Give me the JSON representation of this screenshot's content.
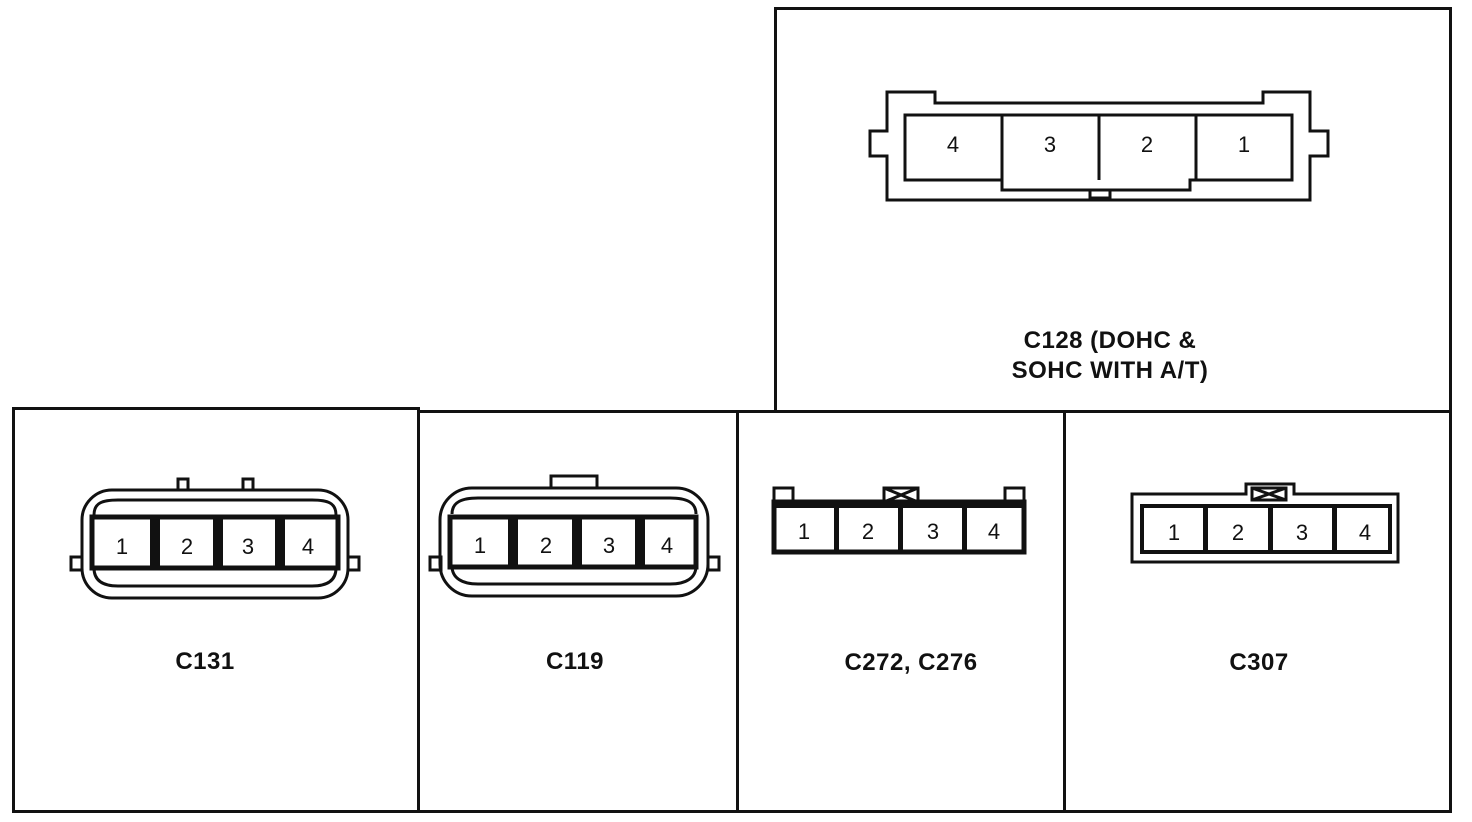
{
  "connectors": {
    "c128": {
      "label_line1": "C128 (DOHC &",
      "label_line2": "SOHC WITH A/T)",
      "pins": [
        "4",
        "3",
        "2",
        "1"
      ]
    },
    "c131": {
      "label": "C131",
      "pins": [
        "1",
        "2",
        "3",
        "4"
      ]
    },
    "c119": {
      "label": "C119",
      "pins": [
        "1",
        "2",
        "3",
        "4"
      ]
    },
    "c272": {
      "label": "C272, C276",
      "pins": [
        "1",
        "2",
        "3",
        "4"
      ]
    },
    "c307": {
      "label": "C307",
      "pins": [
        "1",
        "2",
        "3",
        "4"
      ]
    }
  }
}
